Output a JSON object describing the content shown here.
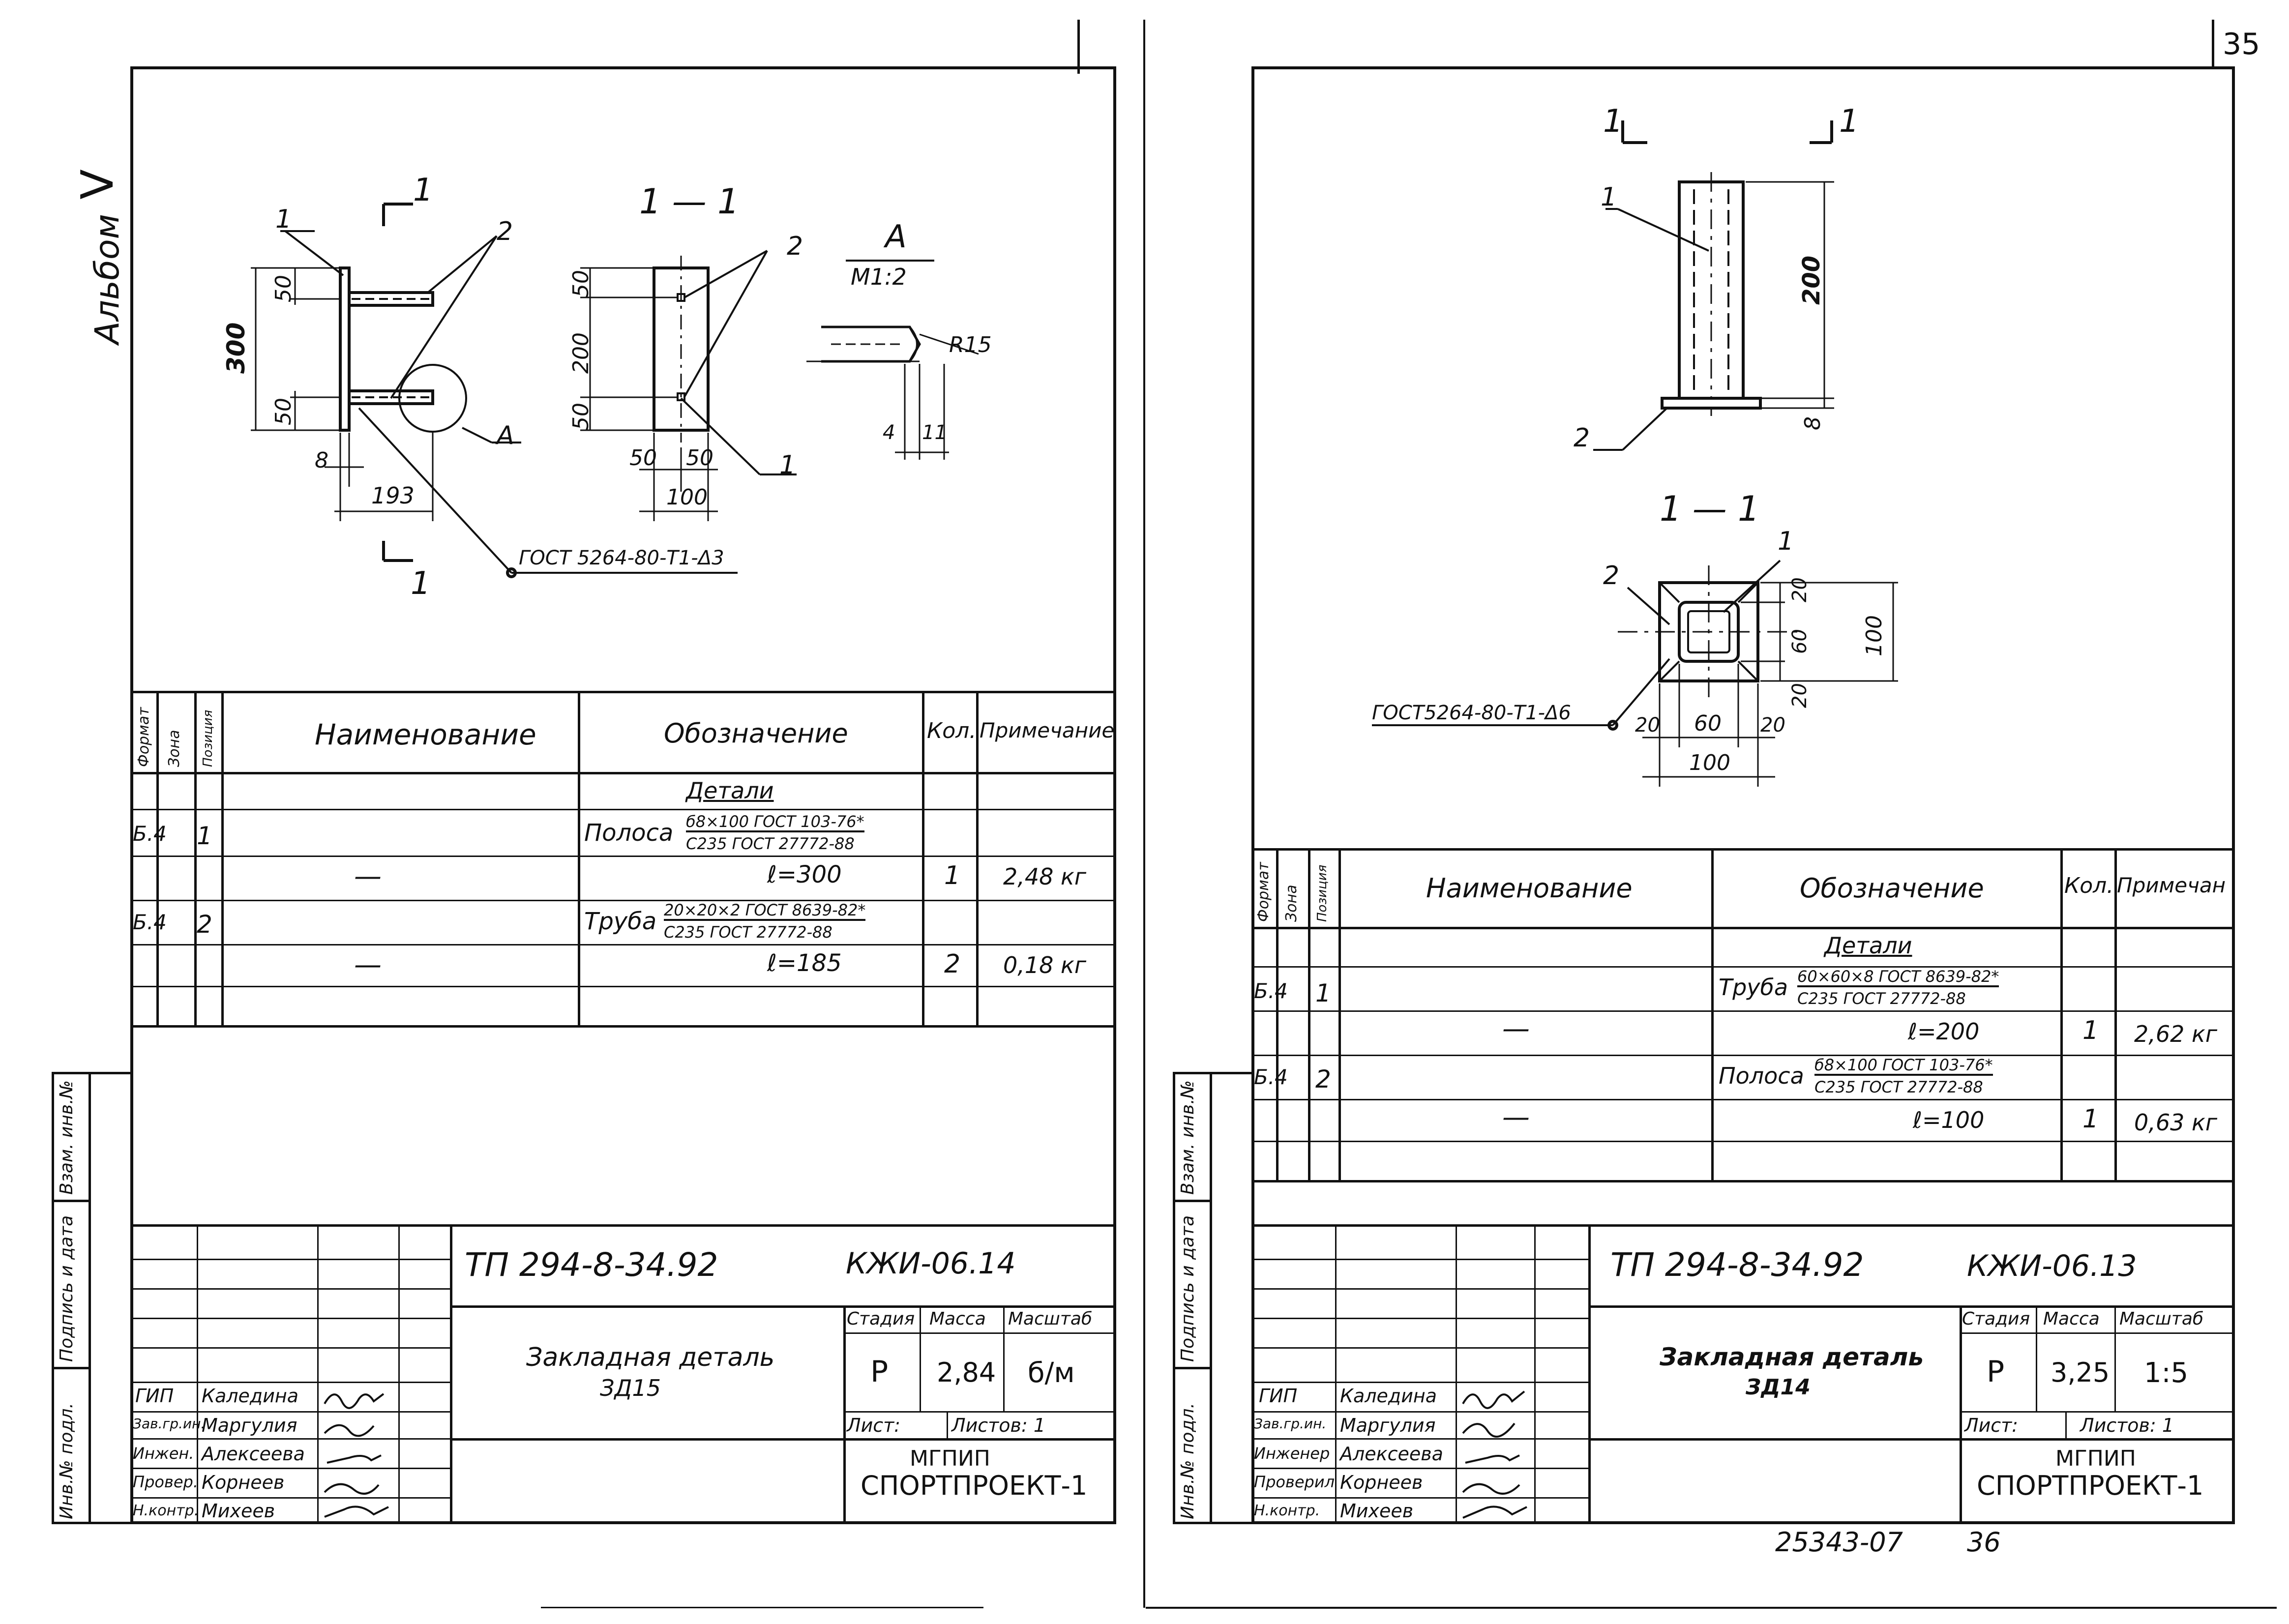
{
  "album_label": "Альбом",
  "album_number": "V",
  "page_number": "35",
  "archive_code": "25343-07",
  "archive_page": "36",
  "side_stamps": {
    "inv_podl": "Инв.№ подл.",
    "podpis": "Подпись и дата",
    "vzam": "Взам. инв.№"
  },
  "sheets": [
    {
      "drawing": {
        "section_top": "1",
        "section_bottom": "1",
        "section_title": "1 — 1",
        "detail_title": "А",
        "detail_scale": "М1:2",
        "callouts": [
          "1",
          "2",
          "2",
          "1",
          "А"
        ],
        "dims_main": [
          "300",
          "50",
          "50",
          "8",
          "193"
        ],
        "dims_section": [
          "50",
          "200",
          "50",
          "50",
          "50",
          "100"
        ],
        "dims_detail": [
          "R15",
          "4",
          "11"
        ],
        "weld": "ГОСТ 5264-80-Т1-Δ3"
      },
      "spec": {
        "headers": {
          "format": "Формат",
          "zone": "Зона",
          "pos": "Позиция",
          "name": "Наименование",
          "designation": "Обозначение",
          "qty": "Кол.",
          "note": "Примечание"
        },
        "section": "Детали",
        "rows": [
          {
            "format": "Б.4",
            "pos": "1",
            "name": "",
            "desig_label": "Полоса",
            "desig_top": "б8×100 ГОСТ 103-76*",
            "desig_bottom": "С235 ГОСТ 27772-88",
            "qty": "",
            "note": ""
          },
          {
            "format": "",
            "pos": "",
            "name": "—",
            "desig_value": "ℓ=300",
            "qty": "1",
            "note": "2,48 кг"
          },
          {
            "format": "Б.4",
            "pos": "2",
            "name": "",
            "desig_label": "Труба",
            "desig_top": "20×20×2 ГОСТ 8639-82*",
            "desig_bottom": "С235 ГОСТ 27772-88",
            "qty": "",
            "note": ""
          },
          {
            "format": "",
            "pos": "",
            "name": "—",
            "desig_value": "ℓ=185",
            "qty": "2",
            "note": "0,18 кг"
          }
        ]
      },
      "title_block": {
        "project": "ТП 294-8-34.92",
        "code": "КЖИ-06.14",
        "title_line1": "Закладная деталь",
        "title_line2": "ЗД15",
        "stage_label": "Стадия",
        "mass_label": "Масса",
        "scale_label": "Масштаб",
        "stage": "Р",
        "mass": "2,84",
        "scale": "б/м",
        "sheet_label": "Лист:",
        "sheets_label": "Листов: 1",
        "org1": "МГПИП",
        "org2": "СПОРТПРОЕКТ-1",
        "people": [
          {
            "role": "ГИП",
            "name": "Каледина"
          },
          {
            "role": "Зав.гр.ин.",
            "name": "Маргулия"
          },
          {
            "role": "Инжен.",
            "name": "Алексеева"
          },
          {
            "role": "Провер.",
            "name": "Корнеев"
          },
          {
            "role": "Н.контр.",
            "name": "Михеев"
          }
        ]
      }
    },
    {
      "drawing": {
        "section_left": "1",
        "section_right": "1",
        "section_title": "1 — 1",
        "callouts": [
          "1",
          "2",
          "1",
          "2"
        ],
        "dims_main": [
          "200",
          "8"
        ],
        "dims_plan": [
          "20",
          "60",
          "20",
          "100",
          "20",
          "60",
          "20",
          "100"
        ],
        "weld": "ГОСТ5264-80-Т1-Δ6"
      },
      "spec": {
        "headers": {
          "format": "Формат",
          "zone": "Зона",
          "pos": "Позиция",
          "name": "Наименование",
          "designation": "Обозначение",
          "qty": "Кол.",
          "note": "Примечан"
        },
        "section": "Детали",
        "rows": [
          {
            "format": "Б.4",
            "pos": "1",
            "name": "",
            "desig_label": "Труба",
            "desig_top": "60×60×8 ГОСТ 8639-82*",
            "desig_bottom": "С235 ГОСТ 27772-88",
            "qty": "",
            "note": ""
          },
          {
            "format": "",
            "pos": "",
            "name": "—",
            "desig_value": "ℓ=200",
            "qty": "1",
            "note": "2,62 кг"
          },
          {
            "format": "Б.4",
            "pos": "2",
            "name": "",
            "desig_label": "Полоса",
            "desig_top": "б8×100 ГОСТ 103-76*",
            "desig_bottom": "С235 ГОСТ 27772-88",
            "qty": "",
            "note": ""
          },
          {
            "format": "",
            "pos": "",
            "name": "—",
            "desig_value": "ℓ=100",
            "qty": "1",
            "note": "0,63 кг"
          }
        ]
      },
      "title_block": {
        "project": "ТП 294-8-34.92",
        "code": "КЖИ-06.13",
        "title_line1": "Закладная деталь",
        "title_line2": "ЗД14",
        "stage_label": "Стадия",
        "mass_label": "Масса",
        "scale_label": "Масштаб",
        "stage": "Р",
        "mass": "3,25",
        "scale": "1:5",
        "sheet_label": "Лист:",
        "sheets_label": "Листов: 1",
        "org1": "МГПИП",
        "org2": "СПОРТПРОЕКТ-1",
        "people": [
          {
            "role": "ГИП",
            "name": "Каледина"
          },
          {
            "role": "Зав.гр.ин.",
            "name": "Маргулия"
          },
          {
            "role": "Инженер",
            "name": "Алексеева"
          },
          {
            "role": "Проверил",
            "name": "Корнеев"
          },
          {
            "role": "Н.контр.",
            "name": "Михеев"
          }
        ]
      }
    }
  ]
}
